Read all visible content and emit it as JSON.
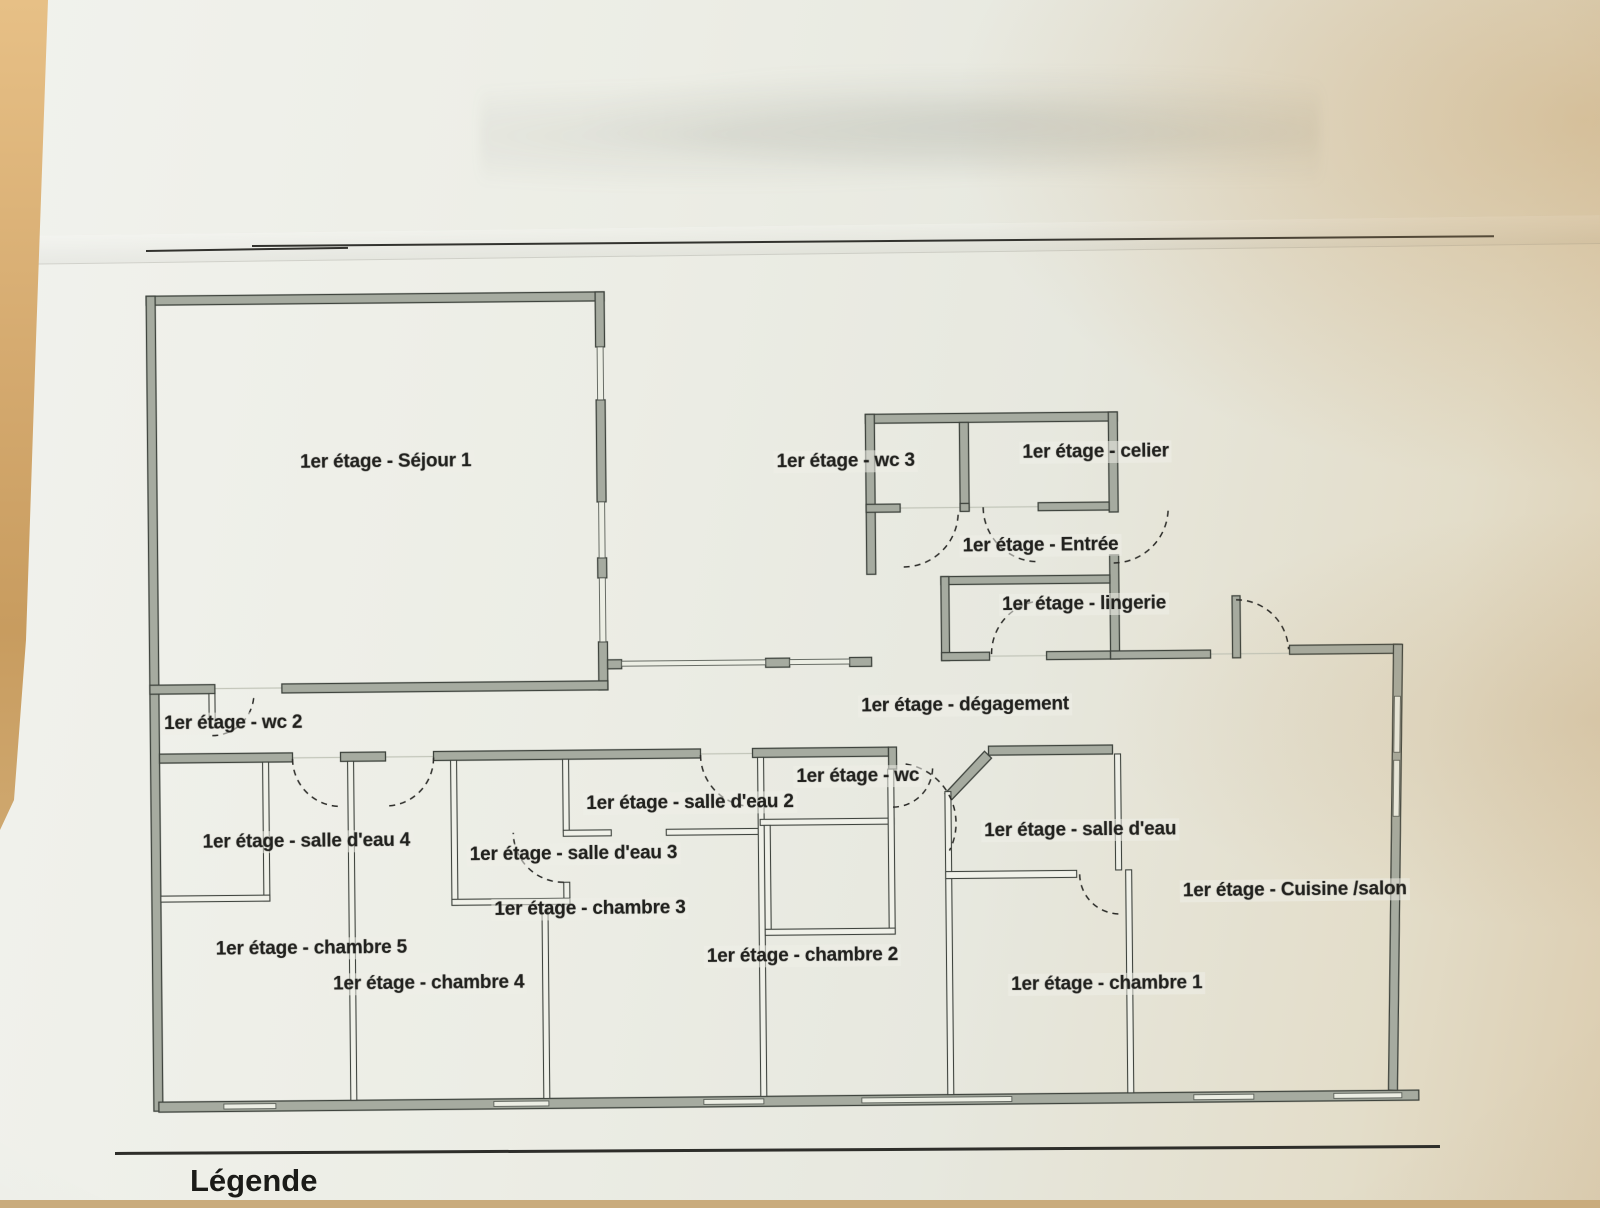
{
  "page": {
    "legend_title": "Légende"
  },
  "floor_plan": {
    "floor_name": "1er étage",
    "rooms": [
      {
        "id": "sejour-1",
        "label": "1er étage - Séjour 1"
      },
      {
        "id": "wc-3",
        "label": "1er étage - wc 3"
      },
      {
        "id": "celier",
        "label": "1er étage - celier"
      },
      {
        "id": "entree",
        "label": "1er étage - Entrée"
      },
      {
        "id": "lingerie",
        "label": "1er étage - lingerie"
      },
      {
        "id": "degagement",
        "label": "1er étage - dégagement"
      },
      {
        "id": "wc-2",
        "label": "1er étage - wc 2"
      },
      {
        "id": "wc",
        "label": "1er étage - wc"
      },
      {
        "id": "salle-eau-2",
        "label": "1er étage - salle d'eau 2"
      },
      {
        "id": "salle-eau-4",
        "label": "1er étage - salle d'eau 4"
      },
      {
        "id": "salle-eau-3",
        "label": "1er étage - salle d'eau 3"
      },
      {
        "id": "salle-eau",
        "label": "1er étage - salle d'eau"
      },
      {
        "id": "chambre-3",
        "label": "1er étage - chambre 3"
      },
      {
        "id": "cuisine-salon",
        "label": "1er étage - Cuisine /salon"
      },
      {
        "id": "chambre-5",
        "label": "1er étage - chambre 5"
      },
      {
        "id": "chambre-4",
        "label": "1er étage - chambre 4"
      },
      {
        "id": "chambre-2",
        "label": "1er étage - chambre 2"
      },
      {
        "id": "chambre-1",
        "label": "1er étage - chambre 1"
      }
    ]
  },
  "colors": {
    "paper": "#e9eae1",
    "wall_fill": "#a6aba0",
    "wall_line": "#3e433d",
    "ink": "#21211e",
    "wood_table": "#d0a568"
  }
}
